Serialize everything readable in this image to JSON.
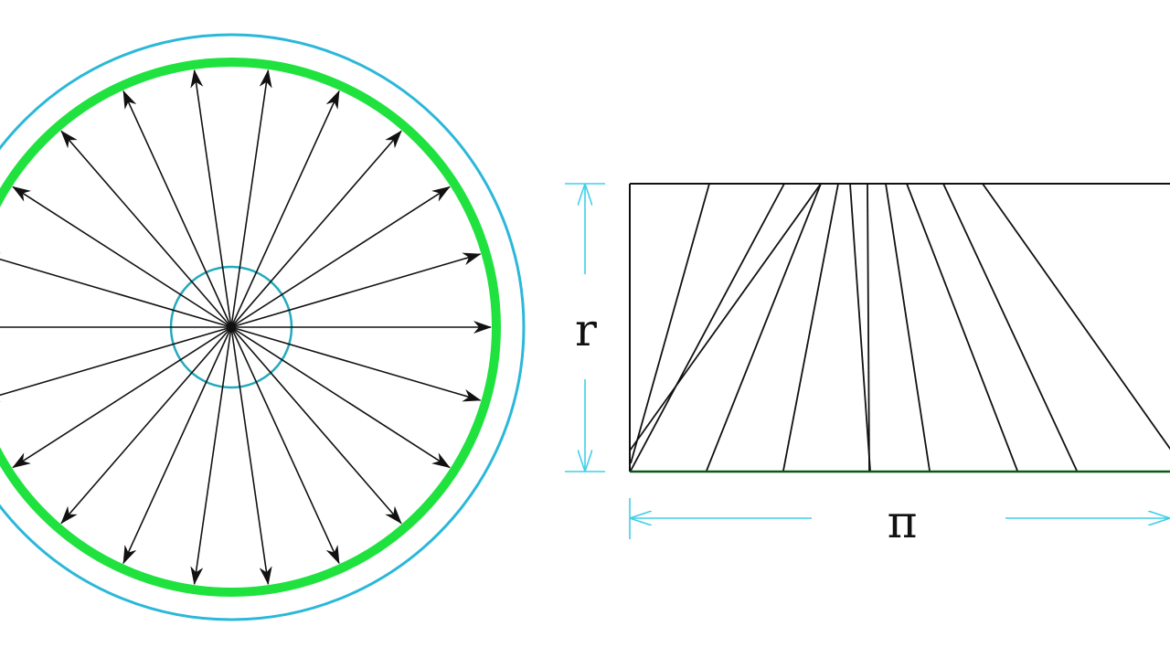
{
  "labels": {
    "height": "r",
    "width": "π"
  },
  "colors": {
    "circumference": "#1fe23f",
    "outer_circle": "#2bb8d8",
    "inner_circle": "#22aabb",
    "dimension": "#3fd0e8",
    "lines": "#111111",
    "rect_bottom": "#0b5a14"
  },
  "radial_arrow_count": 22
}
